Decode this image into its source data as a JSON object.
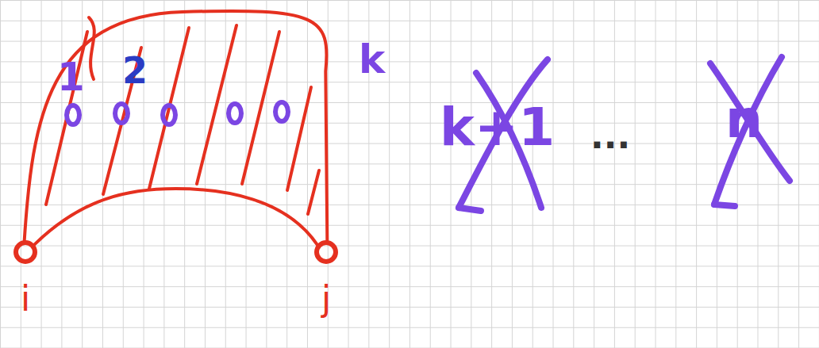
{
  "diagram": {
    "nodes": [
      {
        "text": [
          "i"
        ]
      },
      {
        "text": [
          "j"
        ]
      }
    ],
    "edges": [
      {
        "from": 0,
        "to": 1,
        "arrow": "none"
      },
      {
        "from": 0,
        "to": 1,
        "arrow": "none"
      }
    ],
    "labels": [
      "1",
      "2",
      "k",
      "k+1",
      "...",
      "n"
    ]
  }
}
